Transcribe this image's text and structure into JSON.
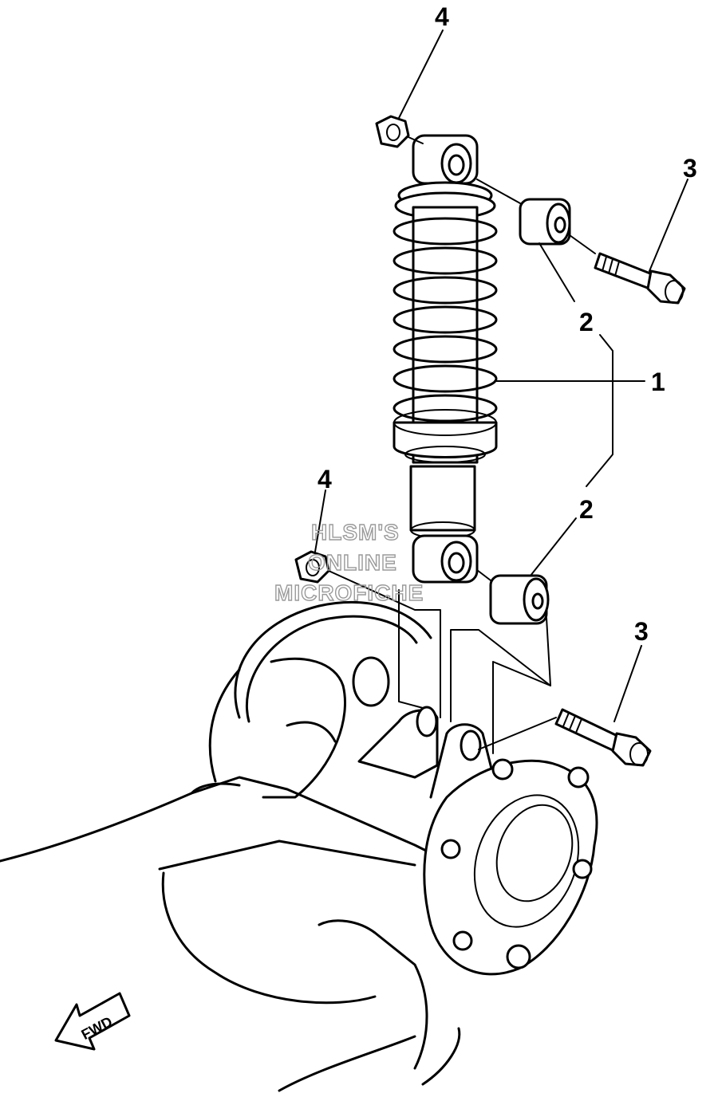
{
  "callouts": {
    "c1": "1",
    "c2_upper": "2",
    "c2_lower": "2",
    "c3_upper": "3",
    "c3_lower": "3",
    "c4_upper": "4",
    "c4_lower": "4"
  },
  "watermark": {
    "line1": "HLSM'S",
    "line2": "ONLINE",
    "line3": "MICROFICHE"
  },
  "direction_arrow": {
    "label": "FWD"
  }
}
